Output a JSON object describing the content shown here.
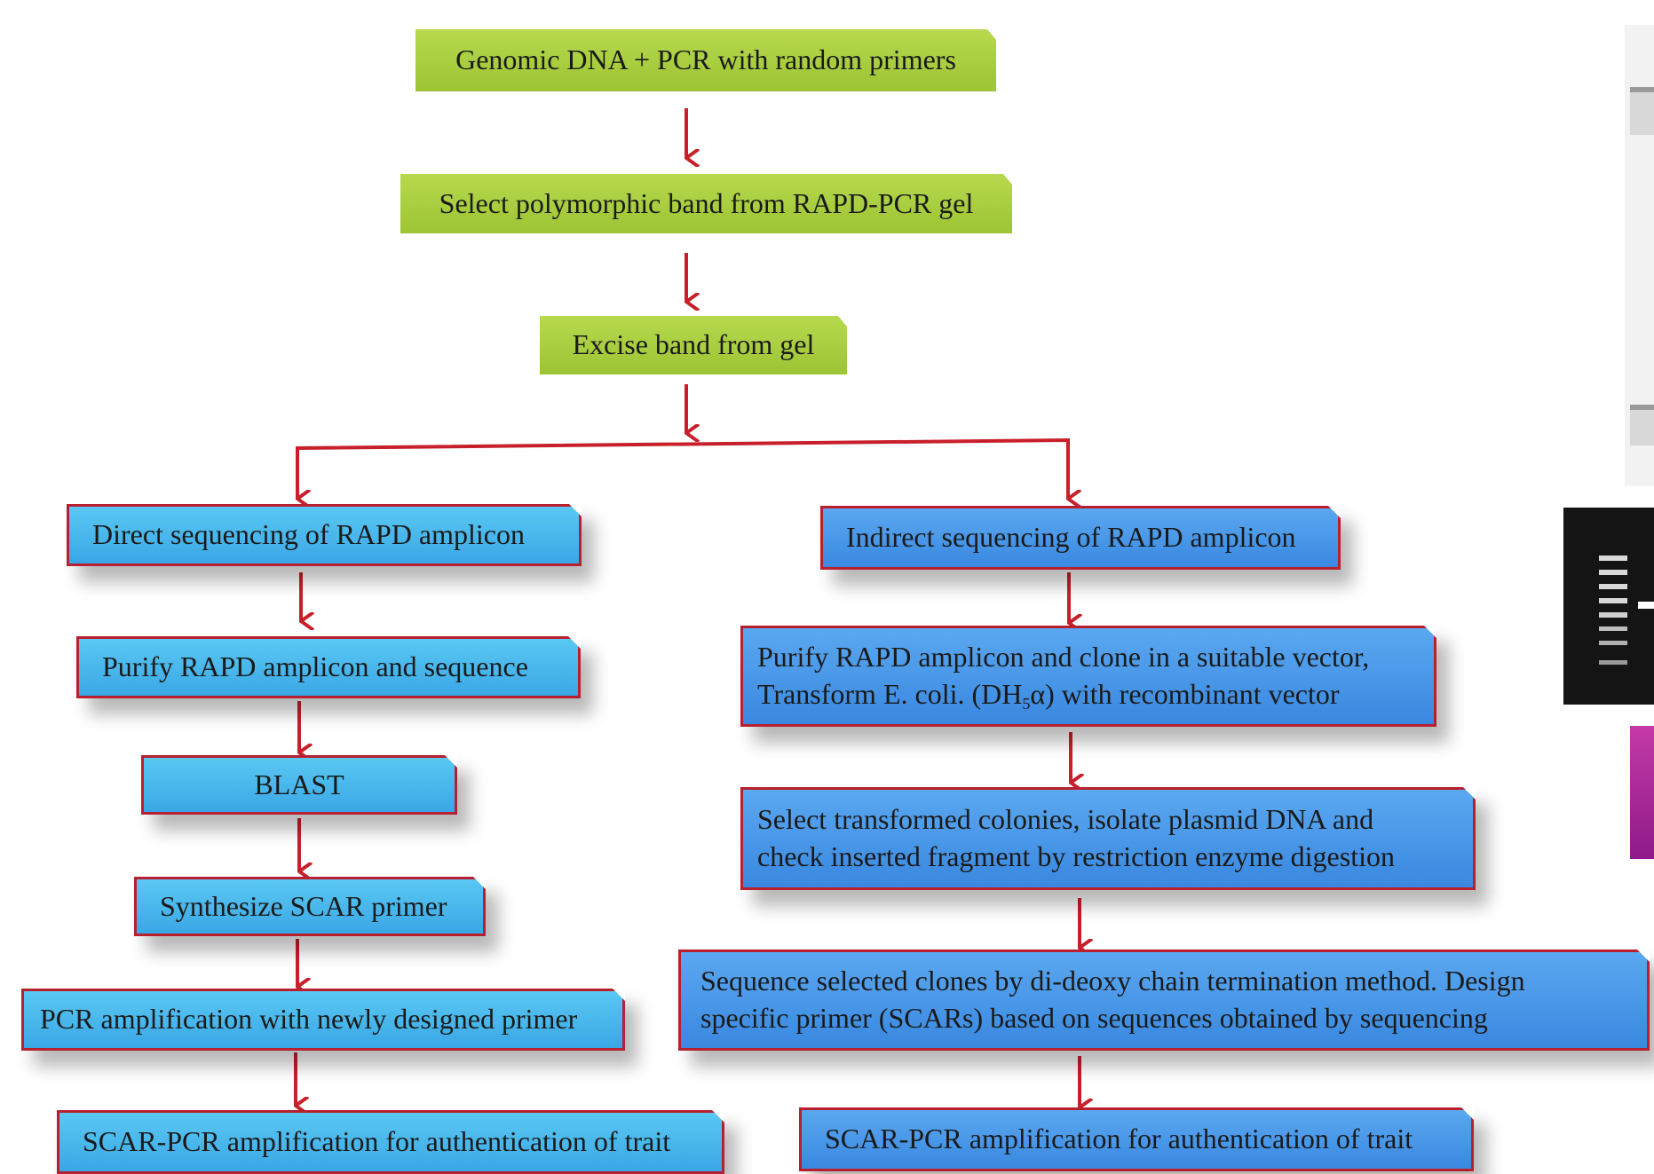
{
  "diagram": {
    "title": "",
    "colors": {
      "green_box": "#a8cf3f",
      "blue_box": "#4bb8ee",
      "blue_box_right": "#4a98e8",
      "border": "#b8202f",
      "arrow": "#c8202a"
    },
    "top_flow": {
      "step1": "Genomic DNA + PCR with random primers",
      "step2": "Select polymorphic band from RAPD-PCR gel",
      "step3": "Excise band from gel"
    },
    "left_branch": {
      "step1": "Direct sequencing of RAPD amplicon",
      "step2": "Purify RAPD amplicon and sequence",
      "step3": "BLAST",
      "step4": "Synthesize SCAR primer",
      "step5": "PCR amplification with newly designed primer",
      "step6": "SCAR-PCR amplification for authentication of trait"
    },
    "right_branch": {
      "step1": "Indirect sequencing of RAPD amplicon",
      "step2": {
        "line1": "Purify RAPD amplicon and clone in a suitable vector,",
        "line2_prefix": "Transform E. coli. (DH",
        "line2_sub": "5",
        "line2_suffix": "α) with recombinant vector"
      },
      "step3": {
        "line1": "Select transformed colonies, isolate plasmid DNA and",
        "line2": "check inserted fragment by restriction enzyme digestion"
      },
      "step4": {
        "line1": "Sequence selected clones by di-deoxy chain termination method. Design",
        "line2": "specific primer (SCARs) based on sequences obtained by sequencing"
      },
      "step5": "SCAR-PCR amplification for authentication of trait"
    }
  }
}
